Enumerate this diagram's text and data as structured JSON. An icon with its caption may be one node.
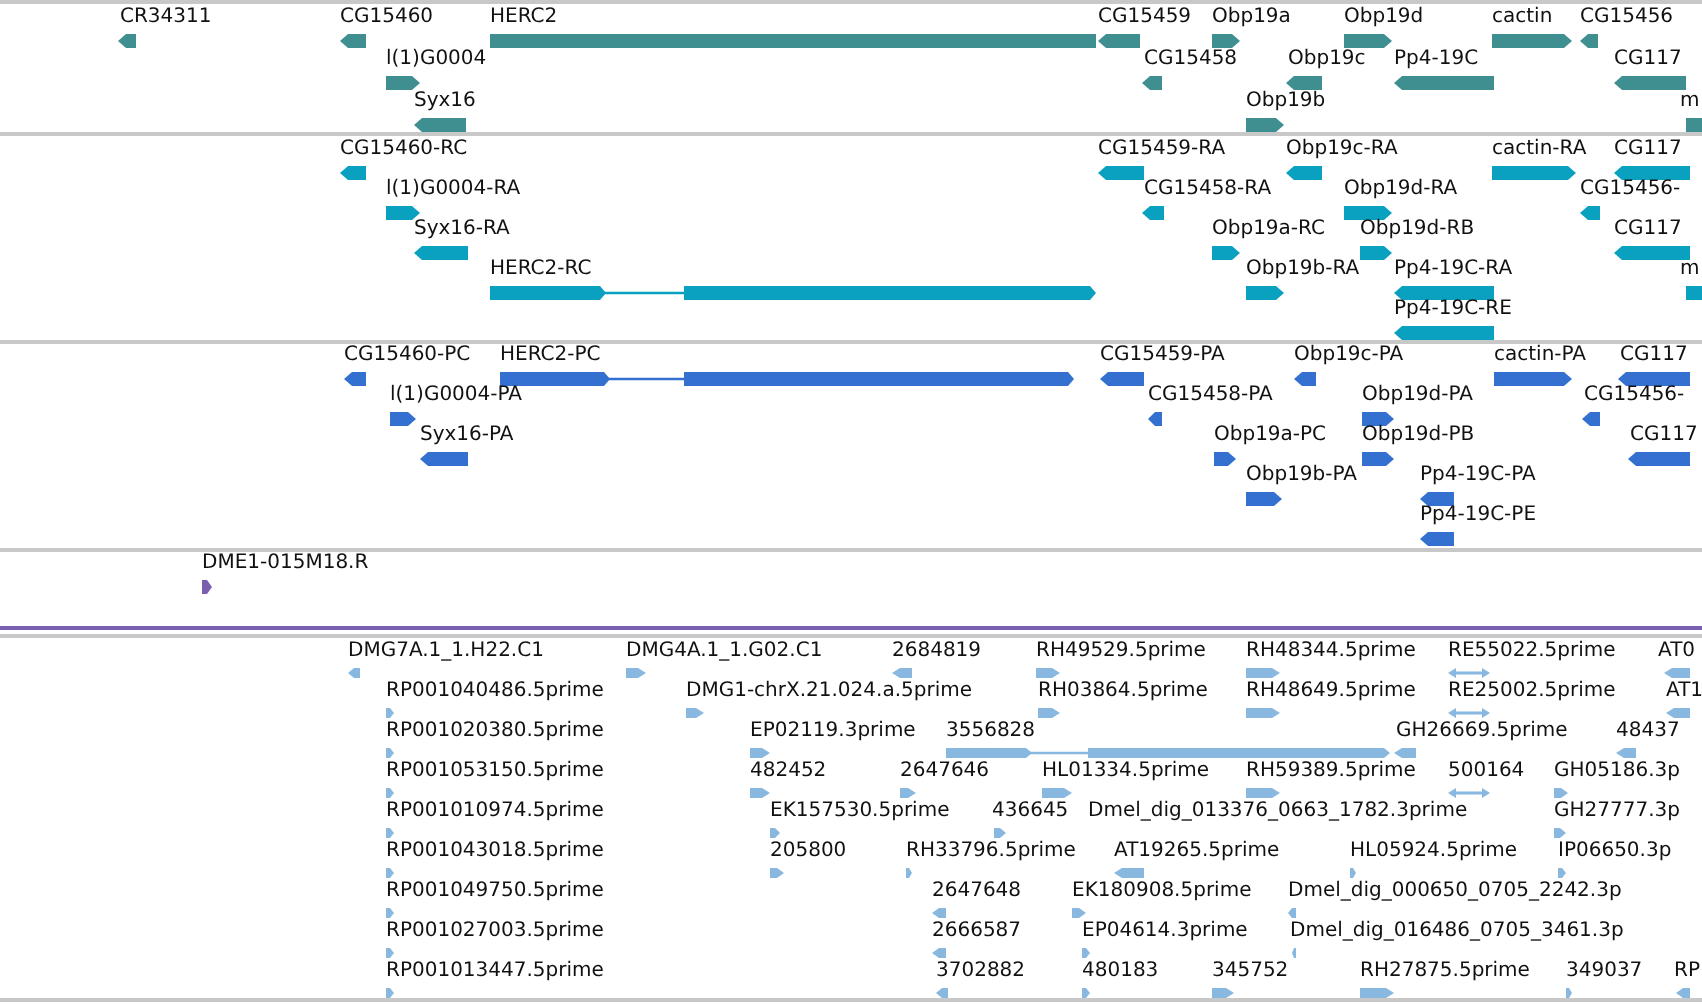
{
  "diagram": {
    "labels": [
      "CR34311",
      "CG15460",
      "HERC2",
      "CG15459",
      "Obp19a",
      "Obp19d",
      "cactin",
      "CG15456",
      "l(1)G0004",
      "CG15458",
      "Obp19c",
      "Pp4-19C",
      "CG117",
      "Syx16",
      "Obp19b",
      "m",
      "CG15460-RC",
      "CG15459-RA",
      "Obp19c-RA",
      "cactin-RA",
      "CG117",
      "l(1)G0004-RA",
      "CG15458-RA",
      "Obp19d-RA",
      "CG15456-",
      "Syx16-RA",
      "Obp19a-RC",
      "Obp19d-RB",
      "CG117",
      "HERC2-RC",
      "Obp19b-RA",
      "Pp4-19C-RA",
      "m",
      "Pp4-19C-RE",
      "CG15460-PC",
      "HERC2-PC",
      "CG15459-PA",
      "Obp19c-PA",
      "cactin-PA",
      "CG117",
      "l(1)G0004-PA",
      "CG15458-PA",
      "Obp19d-PA",
      "CG15456-",
      "Syx16-PA",
      "Obp19a-PC",
      "Obp19d-PB",
      "CG117",
      "Obp19b-PA",
      "Pp4-19C-PA",
      "Pp4-19C-PE",
      "DME1-015M18.R",
      "DMG7A.1_1.H22.C1",
      "DMG4A.1_1.G02.C1",
      "2684819",
      "RH49529.5prime",
      "RH48344.5prime",
      "RE55022.5prime",
      "AT0",
      "RP001040486.5prime",
      "DMG1-chrX.21.024.a.5prime",
      "RH03864.5prime",
      "RH48649.5prime",
      "RE25002.5prime",
      "AT1",
      "RP001020380.5prime",
      "EP02119.3prime",
      "3556828",
      "GH26669.5prime",
      "48437",
      "RP001053150.5prime",
      "482452",
      "2647646",
      "HL01334.5prime",
      "RH59389.5prime",
      "500164",
      "GH05186.3p",
      "RP001010974.5prime",
      "EK157530.5prime",
      "436645",
      "Dmel_dig_013376_0663_1782.3prime",
      "GH27777.3p",
      "RP001043018.5prime",
      "205800",
      "RH33796.5prime",
      "AT19265.5prime",
      "HL05924.5prime",
      "IP06650.3p",
      "RP001049750.5prime",
      "2647648",
      "EK180908.5prime",
      "Dmel_dig_000650_0705_2242.3p",
      "RP001027003.5prime",
      "2666587",
      "EP04614.3prime",
      "Dmel_dig_016486_0705_3461.3p",
      "RP001013447.5prime",
      "3702882",
      "480183",
      "345752",
      "RH27875.5prime",
      "349037",
      "RP"
    ]
  }
}
